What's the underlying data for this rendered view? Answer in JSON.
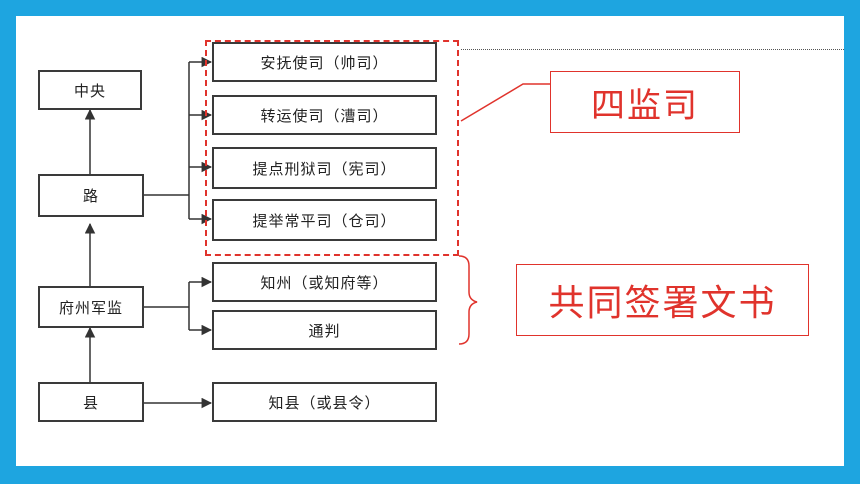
{
  "left_boxes": {
    "center": "中央",
    "route": "路",
    "prefecture": "府州军监",
    "county": "县"
  },
  "four_supervisors": [
    "安抚使司（帅司）",
    "转运使司（漕司）",
    "提点刑狱司（宪司）",
    "提举常平司（仓司）"
  ],
  "prefecture_officials": [
    "知州（或知府等）",
    "通判"
  ],
  "county_official": "知县（或县令）",
  "callouts": {
    "four_supervisors_label": "四监司",
    "co_sign_label": "共同签署文书"
  },
  "colors": {
    "frame": "#1ea5e0",
    "accent_red": "#e0332c",
    "box_border": "#3a3a3a"
  }
}
